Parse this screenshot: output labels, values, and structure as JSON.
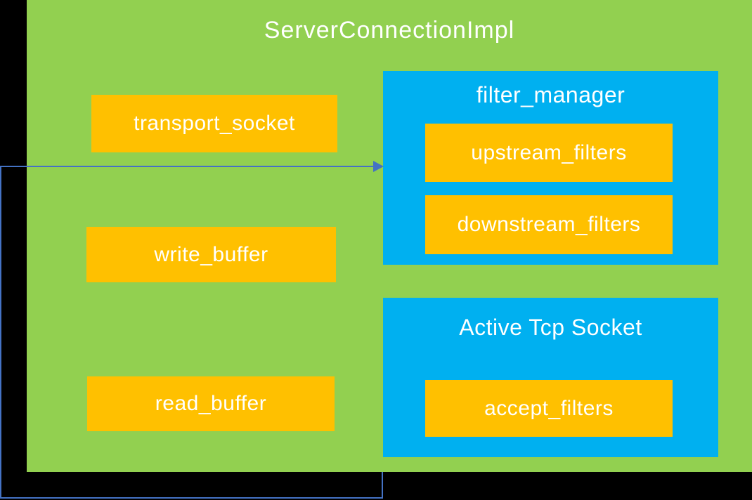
{
  "diagram": {
    "title": "ServerConnectionImpl",
    "members": {
      "transport_socket": "transport_socket",
      "write_buffer": "write_buffer",
      "read_buffer": "read_buffer"
    },
    "filter_manager": {
      "title": "filter_manager",
      "upstream_filters": "upstream_filters",
      "downstream_filters": "downstream_filters"
    },
    "active_tcp_socket": {
      "title": "Active Tcp Socket",
      "accept_filters": "accept_filters"
    },
    "connector": {
      "description": "elbow connector from bottom-left entering filter_manager"
    },
    "colors": {
      "background": "#000000",
      "container_green": "#92D050",
      "member_orange": "#FFC000",
      "sub_container_blue": "#00B0F0",
      "connector_blue": "#4472C4",
      "text": "#FFFFFF"
    }
  }
}
